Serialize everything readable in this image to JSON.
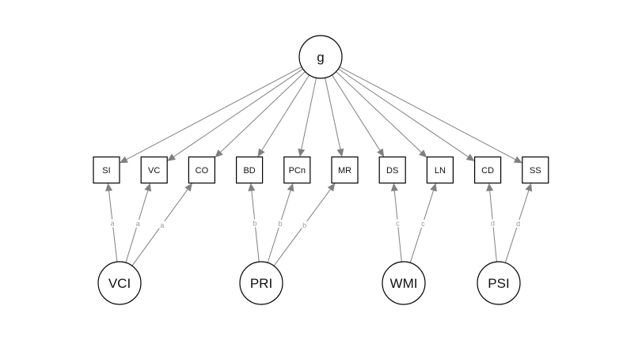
{
  "diagram": {
    "type": "structural-equation-model",
    "general_factor": {
      "id": "g",
      "label": "g"
    },
    "manifest_variables": [
      {
        "id": "SI",
        "label": "SI"
      },
      {
        "id": "VC",
        "label": "VC"
      },
      {
        "id": "CO",
        "label": "CO"
      },
      {
        "id": "BD",
        "label": "BD"
      },
      {
        "id": "PCn",
        "label": "PCn"
      },
      {
        "id": "MR",
        "label": "MR"
      },
      {
        "id": "DS",
        "label": "DS"
      },
      {
        "id": "LN",
        "label": "LN"
      },
      {
        "id": "CD",
        "label": "CD"
      },
      {
        "id": "SS",
        "label": "SS"
      }
    ],
    "group_factors": [
      {
        "id": "VCI",
        "label": "VCI",
        "indicators": [
          "SI",
          "VC",
          "CO"
        ],
        "edge_label": "a"
      },
      {
        "id": "PRI",
        "label": "PRI",
        "indicators": [
          "BD",
          "PCn",
          "MR"
        ],
        "edge_label": "b"
      },
      {
        "id": "WMI",
        "label": "WMI",
        "indicators": [
          "DS",
          "LN"
        ],
        "edge_label": "c"
      },
      {
        "id": "PSI",
        "label": "PSI",
        "indicators": [
          "CD",
          "SS"
        ],
        "edge_label": "d"
      }
    ],
    "colors": {
      "edge": "#808080",
      "node_border": "#000000",
      "edge_label": "#9a9a9a",
      "text": "#111111"
    }
  }
}
